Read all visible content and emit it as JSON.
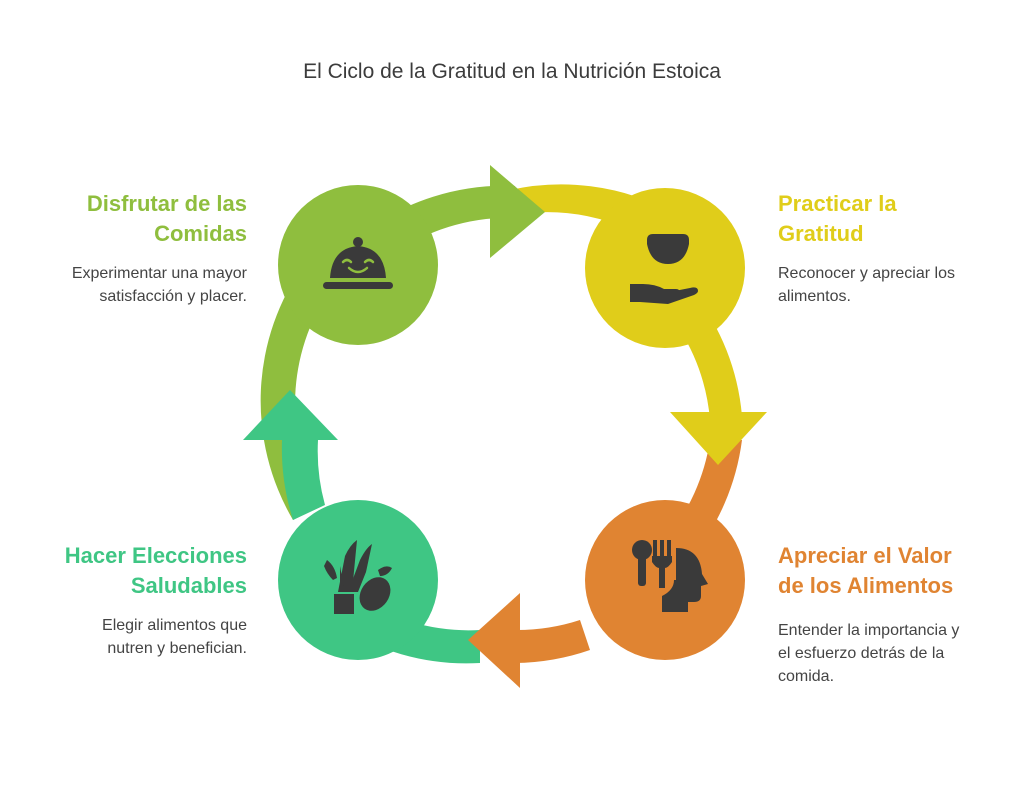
{
  "title": "El Ciclo de la Gratitud en la Nutrición Estoica",
  "colors": {
    "lime": "#8fbe3e",
    "yellow": "#e0cd1a",
    "orange": "#e08432",
    "green": "#3fc684",
    "icon": "#3a3a3a"
  },
  "stages": [
    {
      "title_line1": "Practicar la",
      "title_line2": "Gratitud",
      "desc_line1": "Reconocer y apreciar los",
      "desc_line2": "alimentos.",
      "icon": "bowl-hand-icon",
      "color": "#e0cd1a"
    },
    {
      "title_line1": "Apreciar el Valor",
      "title_line2": "de los Alimentos",
      "desc_line1": "Entender la importancia y",
      "desc_line2": "el esfuerzo detrás de la",
      "desc_line3": "comida.",
      "icon": "head-utensils-icon",
      "color": "#e08432"
    },
    {
      "title_line1": "Hacer Elecciones",
      "title_line2": "Saludables",
      "desc_line1": "Elegir alimentos que",
      "desc_line2": "nutren y benefician.",
      "icon": "vegetables-icon",
      "color": "#3fc684"
    },
    {
      "title_line1": "Disfrutar de las",
      "title_line2": "Comidas",
      "desc_line1": "Experimentar una mayor",
      "desc_line2": "satisfacción y placer.",
      "icon": "food-cloche-icon",
      "color": "#8fbe3e"
    }
  ]
}
